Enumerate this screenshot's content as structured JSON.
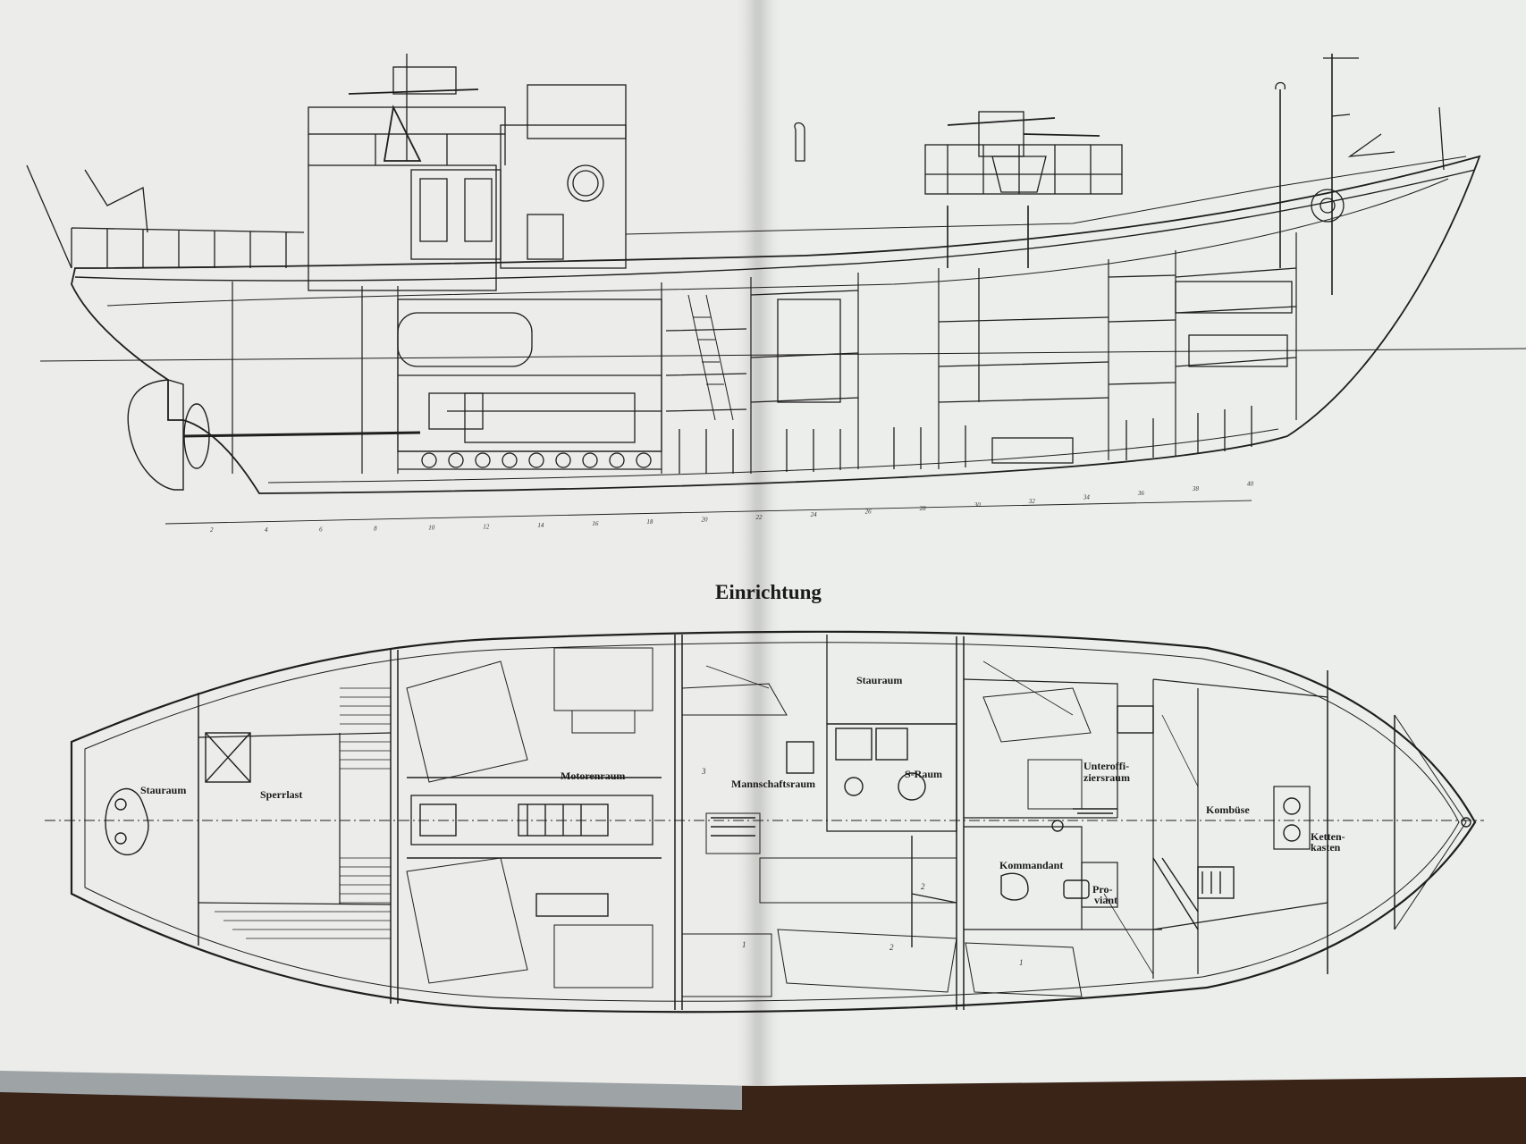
{
  "section_title": "Einrichtung",
  "frame_numbers": [
    "2",
    "4",
    "6",
    "8",
    "10",
    "12",
    "14",
    "16",
    "18",
    "20",
    "22",
    "24",
    "26",
    "28",
    "30",
    "32",
    "34",
    "36",
    "38",
    "40"
  ],
  "rooms": {
    "stauraum_aft": "Stauraum",
    "sperrlast": "Sperrlast",
    "motorenraum": "Motorenraum",
    "mannschaftsraum": "Mannschaftsraum",
    "stauraum_mid": "Stauraum",
    "s_raum": "S-Raum",
    "unteroffiziersraum_1": "Unteroffi-",
    "unteroffiziersraum_2": "ziersraum",
    "kombuese": "Kombüse",
    "kettenkasten_1": "Ketten-",
    "kettenkasten_2": "kasten",
    "kommandant": "Kommandant",
    "proviant_1": "Pro-",
    "proviant_2": "viant"
  },
  "plan_marks": [
    "3",
    "1",
    "2",
    "2",
    "1"
  ],
  "colors": {
    "paper": "#ecedea",
    "paper_shade": "#dfe0dc",
    "ink": "#1e1e1e",
    "table": "#3a2418",
    "cover": "#9ea3a6"
  }
}
